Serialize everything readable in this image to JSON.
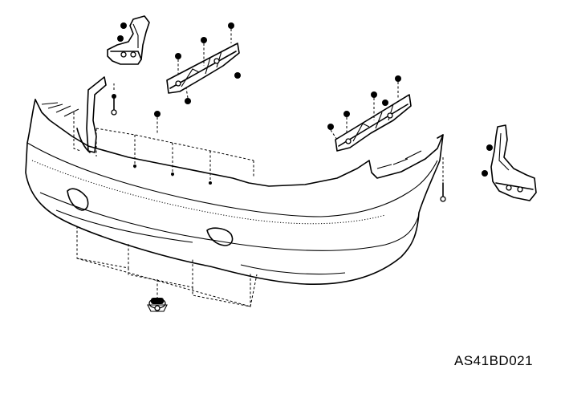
{
  "diagram": {
    "reference_code": "AS41BD021",
    "parts": [
      {
        "name": "front-bumper-cover"
      },
      {
        "name": "left-mud-flap"
      },
      {
        "name": "right-mud-flap"
      },
      {
        "name": "left-bumper-bracket"
      },
      {
        "name": "right-bumper-bracket"
      },
      {
        "name": "lower-spoiler-panel"
      },
      {
        "name": "grommet-clip"
      },
      {
        "name": "push-clip"
      },
      {
        "name": "bolt"
      }
    ]
  }
}
